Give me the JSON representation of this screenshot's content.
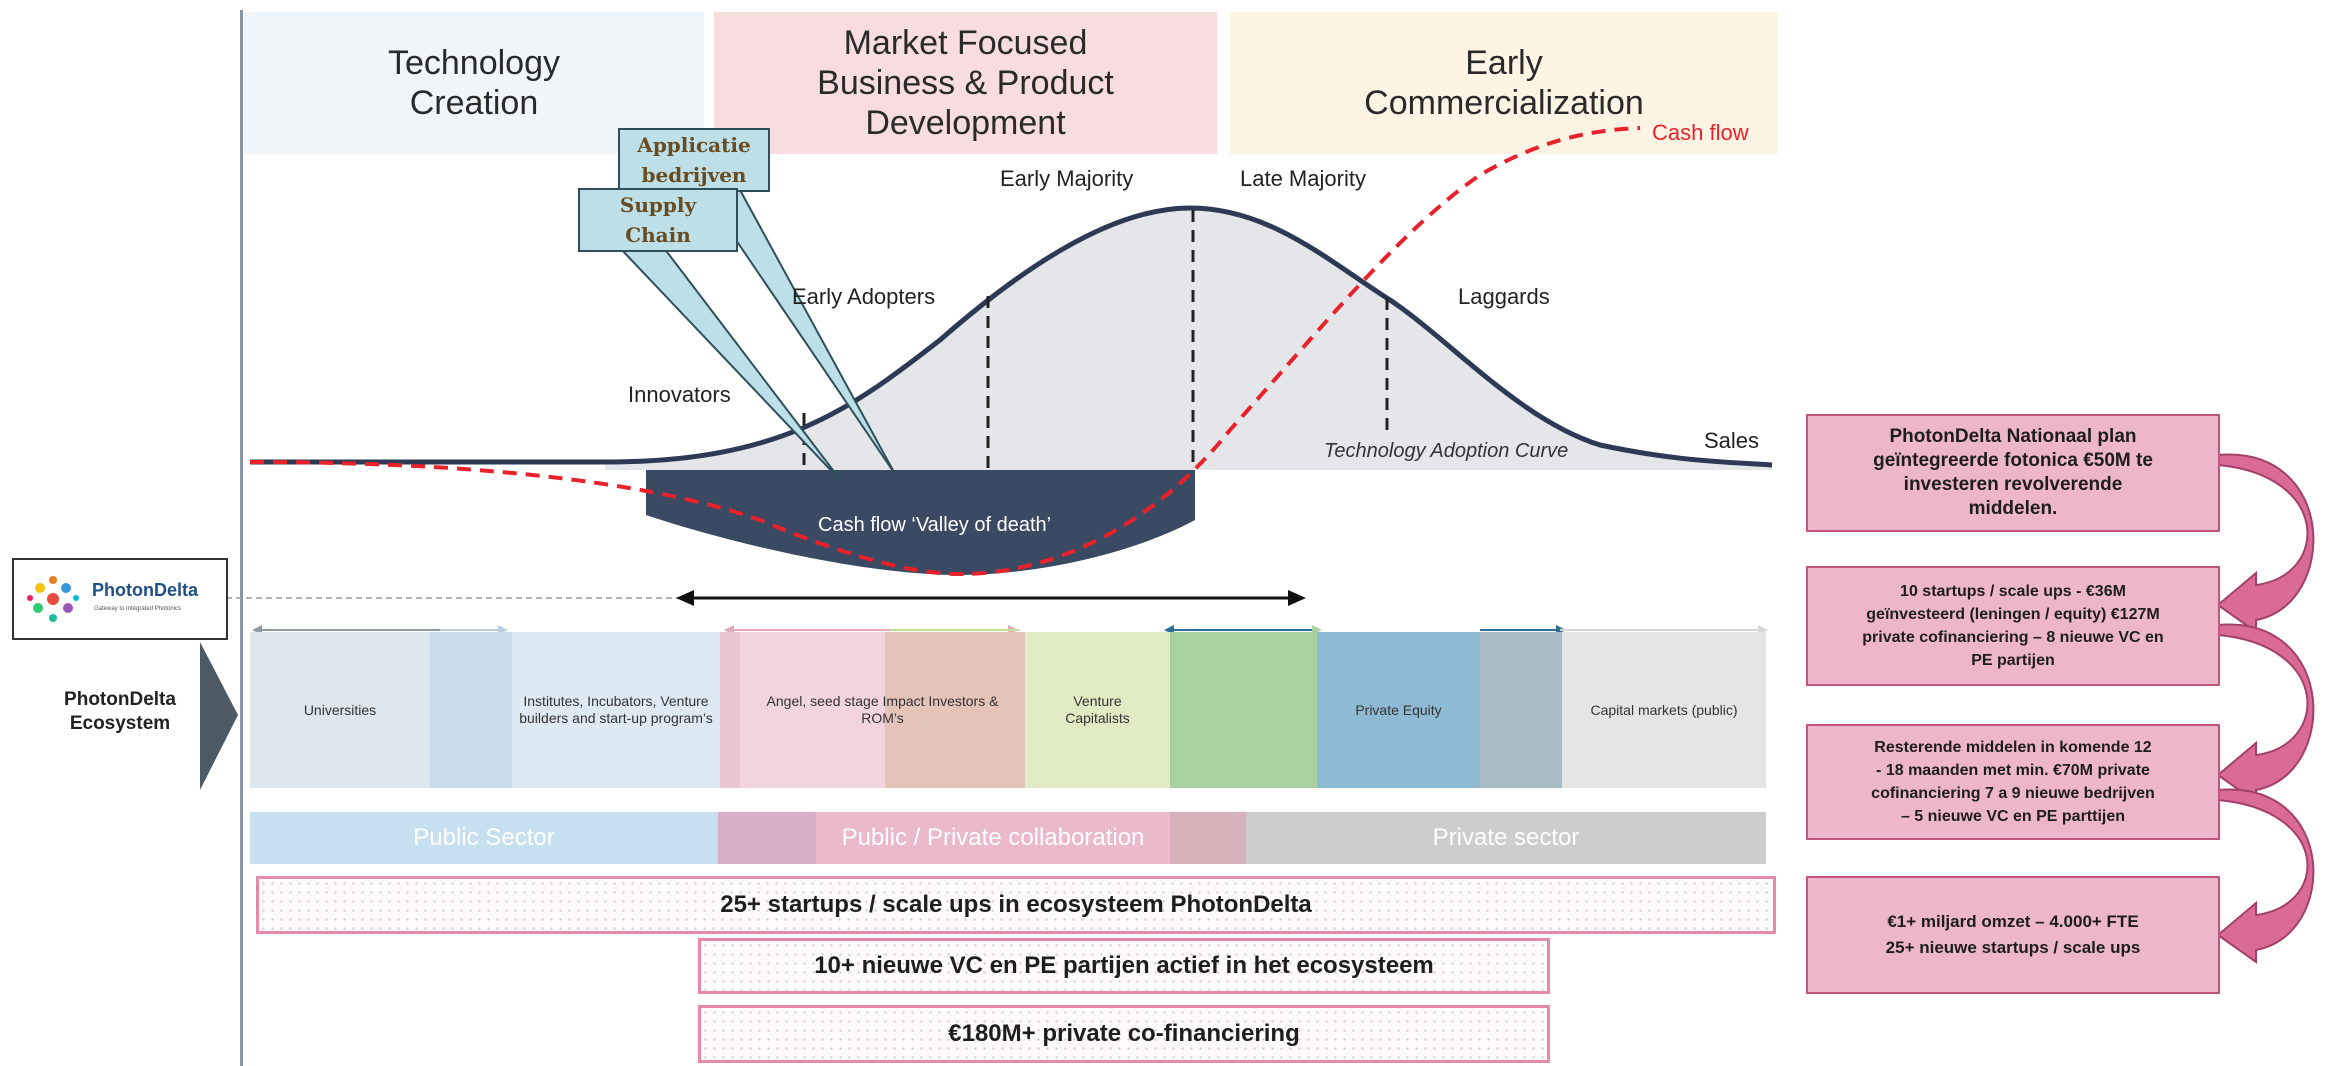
{
  "phases": [
    {
      "label": "Technology\nCreation",
      "color": "#f0f5f9"
    },
    {
      "label": "Market Focused\nBusiness & Product\nDevelopment",
      "color": "#f7dde0"
    },
    {
      "label": "Early\nCommercialization",
      "color": "#fdf4e3"
    }
  ],
  "cash_flow_label": "Cash flow",
  "callouts": [
    "Applicatie\nbedrijven",
    "Supply\nChain"
  ],
  "adopter_labels": {
    "innovators": "Innovators",
    "early_adopters": "Early Adopters",
    "early_majority": "Early Majority",
    "late_majority": "Late Majority",
    "laggards": "Laggards"
  },
  "sales_label": "Sales",
  "curve_label": "Technology Adoption Curve",
  "valley_label": "Cash flow ‘Valley of death’",
  "logo": {
    "name": "PhotonDelta",
    "tagline": "Gateway to Integrated Photonics"
  },
  "ecosystem_label": "PhotonDelta\nEcosystem",
  "ecosystem_segments": [
    {
      "label": "Universities",
      "color": "#dde6ec"
    },
    {
      "label": "Institutes, Incubators, Venture\nbuilders and start-up program’s",
      "color": "#dde9f3"
    },
    {
      "label": "Angel, seed stage Impact Investors &\nROM’s",
      "color": "#f1d4dd"
    },
    {
      "label": "Venture\nCapitalists",
      "color": "#e0ebc4"
    },
    {
      "label": "",
      "color": "#a9d1a0"
    },
    {
      "label": "Private Equity",
      "color": "#8ebbd3"
    },
    {
      "label": "Capital markets (public)",
      "color": "#e5e5e5"
    }
  ],
  "sectors": [
    {
      "label": "Public Sector",
      "color": "#c6e0ef"
    },
    {
      "label": "Public / Private collaboration",
      "color": "#eab9cc"
    },
    {
      "label": "Private sector",
      "color": "#cdcdcd"
    }
  ],
  "bottom_boxes": [
    "25+ startups / scale ups in ecosysteem PhotonDelta",
    "10+ nieuwe VC en PE partijen actief in het ecosysteem",
    "€180M+  private co-financiering"
  ],
  "right_boxes": [
    "PhotonDelta Nationaal plan\ngeïntegreerde fotonica €50M te\ninvesteren revolverende\nmiddelen.",
    "10 startups / scale ups - €36M\ngeïnvesteerd (leningen / equity) €127M\nprivate cofinanciering – 8 nieuwe VC en\nPE partijen",
    "Resterende middelen in komende 12\n-  18 maanden met min. €70M private\ncofinanciering 7 a 9 nieuwe bedrijven\n– 5 nieuwe VC en PE parttijen",
    "€1+ miljard omzet – 4.000+ FTE\n25+ nieuwe startups / scale ups"
  ],
  "colors": {
    "valley": "#3b4a63",
    "cash_flow": "#e8212a",
    "curve": "#2e3a55",
    "callout_fill": "#bcdfe8",
    "pink_box": "#eeb6cb"
  }
}
